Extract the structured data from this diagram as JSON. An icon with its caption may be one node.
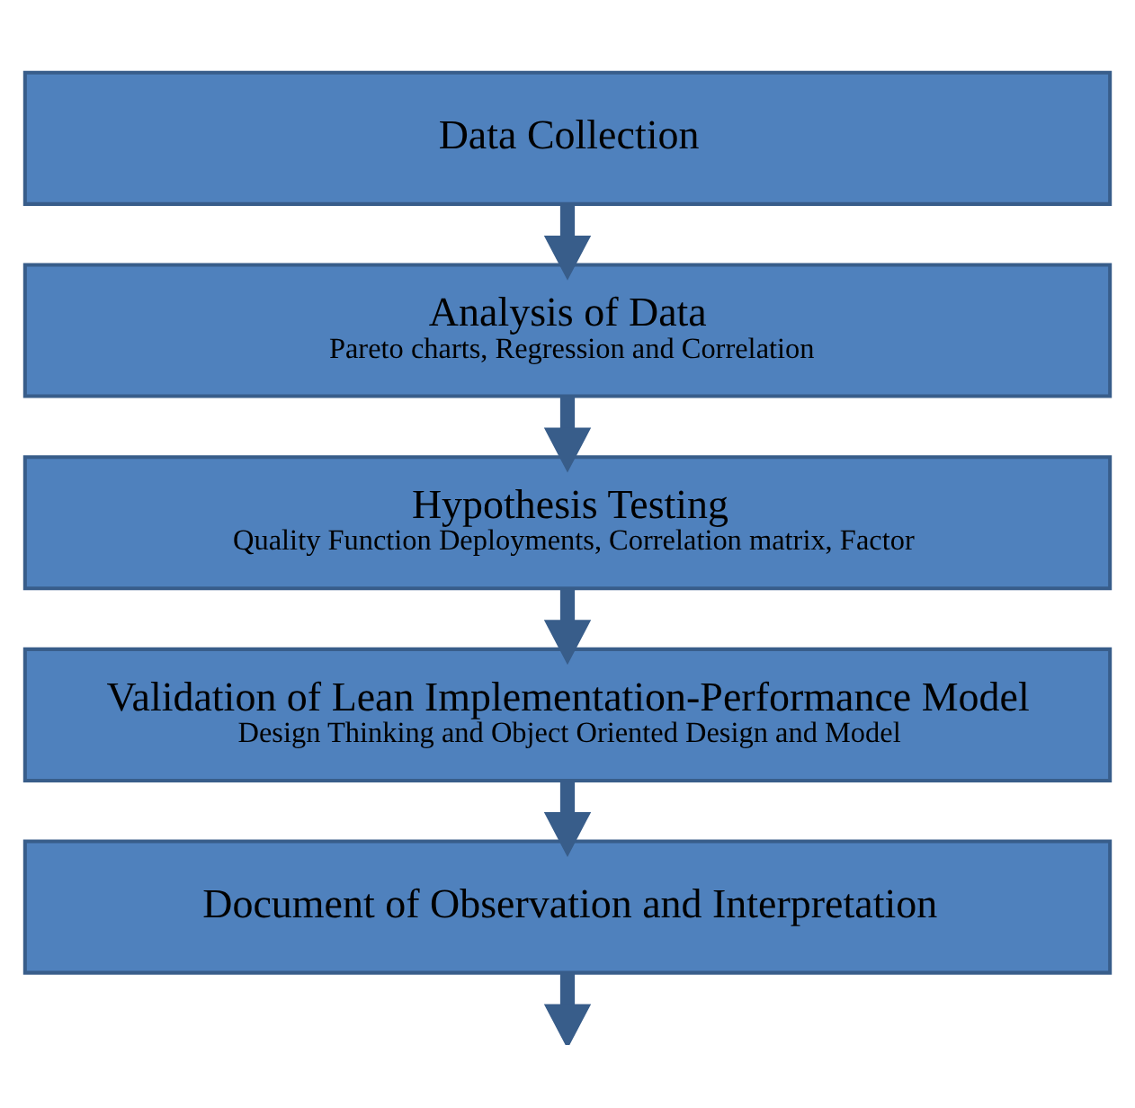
{
  "diagram": {
    "nodes": [
      {
        "text": [
          "Data Collection"
        ]
      },
      {
        "text": [
          "Analysis of Data",
          "Pareto charts, Regression and Correlation"
        ]
      },
      {
        "text": [
          "Hypothesis Testing",
          "Quality Function Deployments, Correlation matrix, Factor"
        ]
      },
      {
        "text": [
          "Validation of Lean Implementation-Performance Model",
          "Design Thinking and Object Oriented Design and Model"
        ]
      },
      {
        "text": [
          "Document of Observation and Interpretation"
        ]
      }
    ],
    "edges": [
      {
        "from": 0,
        "to": 1,
        "arrow": "to"
      },
      {
        "from": 1,
        "to": 2,
        "arrow": "to"
      },
      {
        "from": 2,
        "to": 3,
        "arrow": "to"
      },
      {
        "from": 3,
        "to": 4,
        "arrow": "to"
      },
      {
        "from": 4,
        "to": null,
        "arrow": "to"
      }
    ]
  }
}
